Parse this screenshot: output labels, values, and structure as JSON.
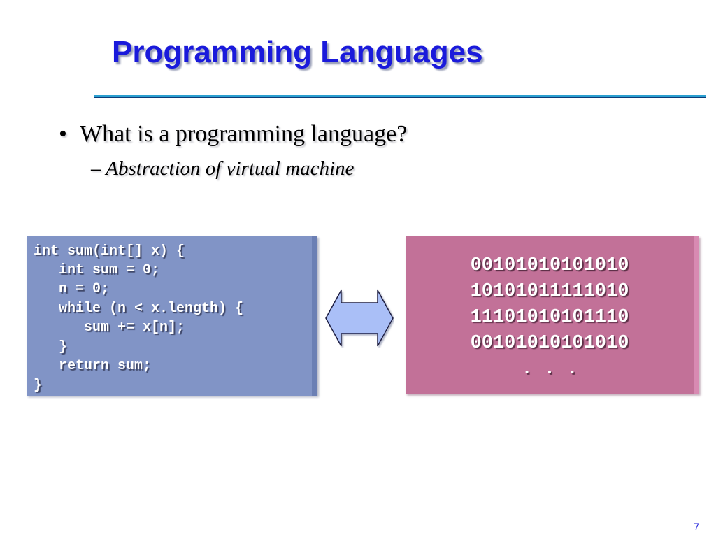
{
  "slide": {
    "title": "Programming Languages",
    "bullet": {
      "marker": "•",
      "text": "What is a programming language?"
    },
    "sub_bullet": {
      "text": "– Abstraction of virtual machine"
    },
    "code_lines": [
      "int sum(int[] x) {",
      "   int sum = 0;",
      "   n = 0;",
      "   while (n < x.length) {",
      "      sum += x[n];",
      "   }",
      "   return sum;",
      "}"
    ],
    "binary_lines": [
      "00101010101010",
      "10101011111010",
      "11101010101110",
      "00101010101010",
      ". . ."
    ],
    "arrow_icon": "double-headed-arrow-icon",
    "page_number": "7"
  },
  "colors": {
    "title": "#1a1adb",
    "title_rule": "#2a9fd0",
    "code_box": "#8194c6",
    "binary_box": "#c27198",
    "arrow_fill": "#aabff7",
    "text": "#000000"
  }
}
